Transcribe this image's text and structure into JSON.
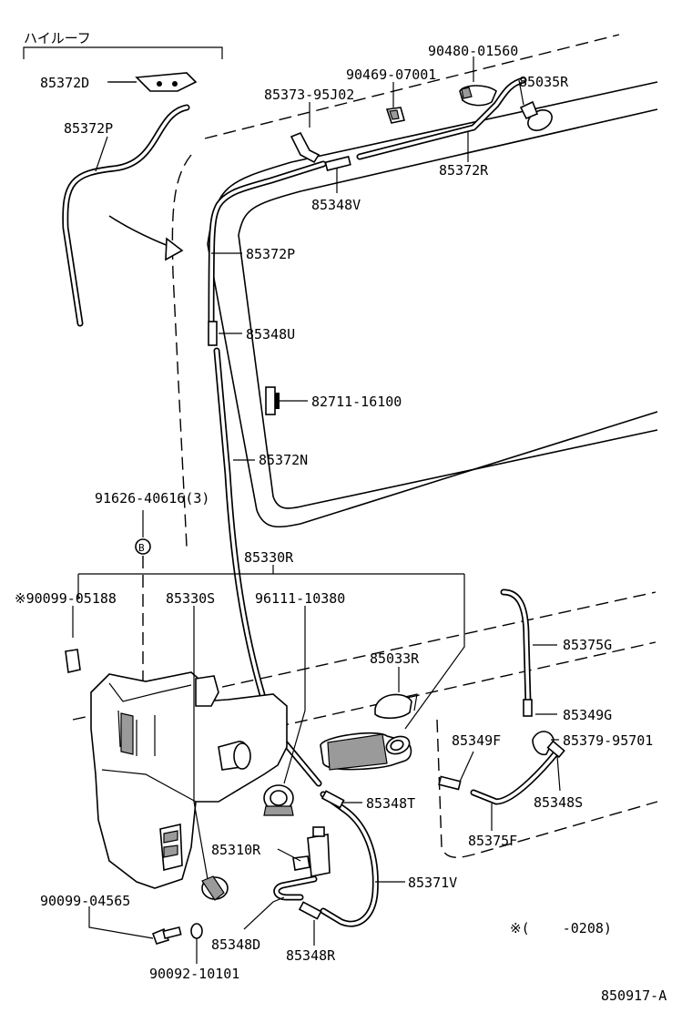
{
  "header_note": "ハイルーフ",
  "parts": {
    "p85372D": "85372D",
    "p85372P_top": "85372P",
    "p90480": "90480-01560",
    "p90469": "90469-07001",
    "p85035R": "85035R",
    "p85373": "85373-95J02",
    "p85372R": "85372R",
    "p85348V": "85348V",
    "p85372P": "85372P",
    "p85348U": "85348U",
    "p82711": "82711-16100",
    "p85372N": "85372N",
    "p91626": "91626-40616(3)",
    "p85330R": "85330R",
    "p90099_05188": "※90099-05188",
    "p85330S": "85330S",
    "p96111": "96111-10380",
    "p85375G": "85375G",
    "p85033R": "85033R",
    "p85349G": "85349G",
    "p85349F": "85349F",
    "p85379": "85379-95701",
    "p85348T": "85348T",
    "p85348S": "85348S",
    "p85375F": "85375F",
    "p85310R": "85310R",
    "p85371V": "85371V",
    "p90099_04565": "90099-04565",
    "p85348D": "85348D",
    "p85348R": "85348R",
    "p90092": "90092-10101"
  },
  "callout_letter": "B",
  "footnote": "※(    -0208)",
  "diagram_id": "850917-A"
}
